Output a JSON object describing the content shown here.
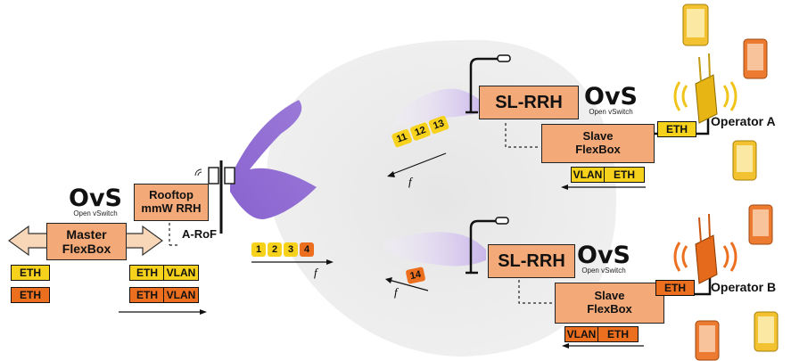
{
  "master_box": {
    "line1": "Master",
    "line2": "FlexBox"
  },
  "rooftop_box": {
    "line1": "Rooftop",
    "line2": "mmW RRH"
  },
  "aroF_label": "A-RoF",
  "ovs_logo": {
    "text": "OvS",
    "sub": "Open vSwitch"
  },
  "left_tags": {
    "eth": "ETH",
    "vlan": "VLAN"
  },
  "sl_rrh": "SL-RRH",
  "slave_box": {
    "line1": "Slave",
    "line2": "FlexBox"
  },
  "operator_a": "Operator A",
  "operator_b": "Operator B",
  "freq_label": "f",
  "channels_center": [
    "1",
    "2",
    "3",
    "4"
  ],
  "channels_top": [
    "11",
    "12",
    "13"
  ],
  "channels_bottom": [
    "14"
  ],
  "colors": {
    "operator_a": "#f7d21c",
    "operator_b": "#ec6f1f",
    "box": "#f4a978",
    "beam": "#a07fd6",
    "cloud": "#ececec"
  }
}
